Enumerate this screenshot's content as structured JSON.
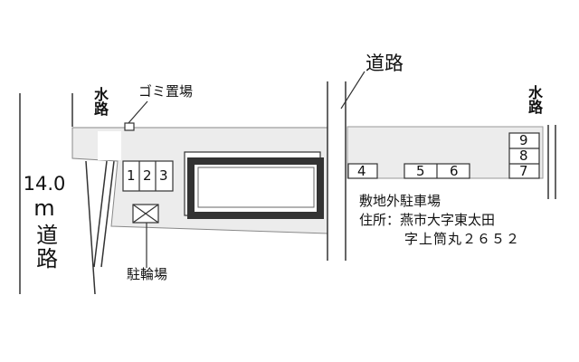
{
  "labels": {
    "road_width": "14.0",
    "road_unit": "m",
    "road_main": "道路",
    "road_top": "道路",
    "waterway_left": "水路",
    "waterway_right": "水路",
    "garbage": "ゴミ置場",
    "bicycle": "駐輪場",
    "offsite_parking": "敷地外駐車場",
    "address_line1": "住所：燕市大字東太田",
    "address_line2": "字上筒丸２６５２"
  },
  "parking_spaces": [
    "1",
    "2",
    "3",
    "4",
    "5",
    "6",
    "7",
    "8",
    "9"
  ],
  "colors": {
    "lot_fill": "#ececec",
    "building_border": "#333333",
    "line": "#333333"
  }
}
